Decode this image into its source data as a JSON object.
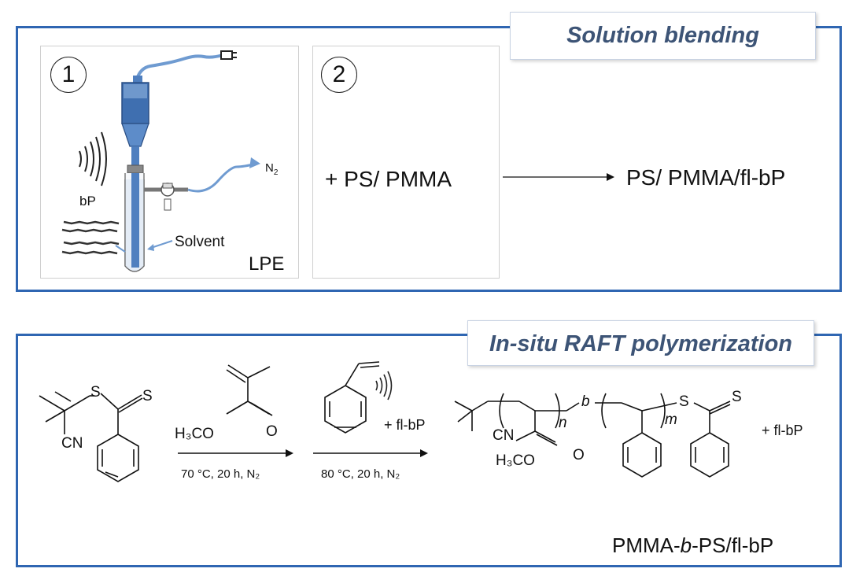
{
  "top": {
    "title": "Solution blending",
    "step1": {
      "number": "1",
      "n2_label": "N",
      "n2_sub": "2",
      "bp_label": "bP",
      "solvent_label": "Solvent",
      "lpe_label": "LPE"
    },
    "step2": {
      "number": "2",
      "reagent": "+ PS/ PMMA"
    },
    "product": "PS/ PMMA/fl-bP"
  },
  "bottom": {
    "title": "In-situ RAFT polymerization",
    "raft_agent": {
      "s1": "S",
      "s2": "S",
      "cn": "CN"
    },
    "mma": {
      "h3co": "H₃CO",
      "o": "O"
    },
    "step1_conditions": "70 °C, 20 h, N₂",
    "styrene_extra": "+ fl-bP",
    "step2_conditions": "80 °C, 20 h, N₂",
    "product_labels": {
      "n": "n",
      "b": "b",
      "m": "m",
      "s1": "S",
      "s2": "S",
      "cn": "CN",
      "h3co": "H₃CO",
      "o": "O",
      "extra": "+ fl-bP"
    },
    "product_name_pre": "PMMA-",
    "product_name_italic": "b",
    "product_name_post": "-PS/fl-bP"
  },
  "colors": {
    "panel_border": "#2f66b2",
    "tag_text": "#3d5476",
    "apparatus_blue": "#4f7fbf",
    "wire": "#6f9bd1"
  }
}
